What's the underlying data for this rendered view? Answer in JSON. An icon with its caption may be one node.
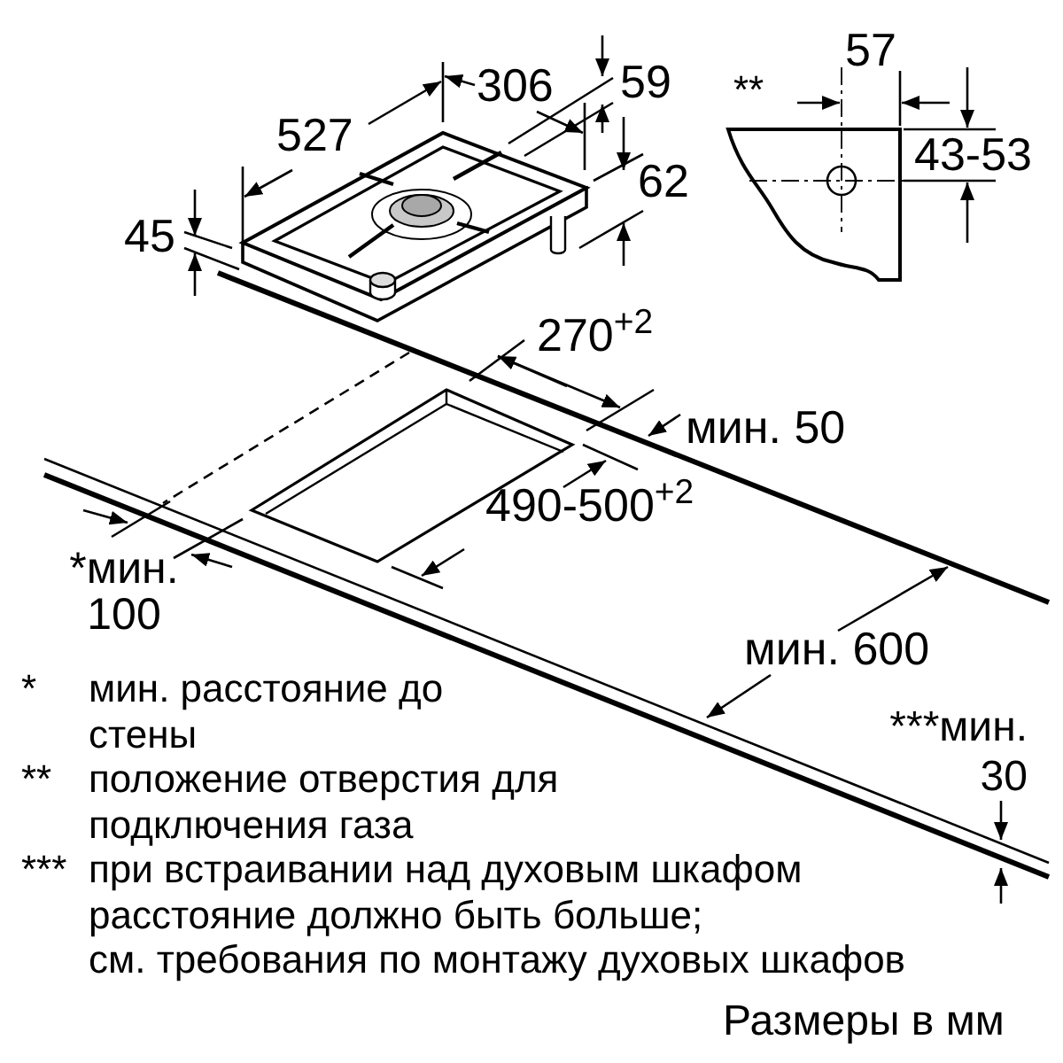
{
  "diagram": {
    "labels": [
      "306",
      "59",
      "527",
      "62",
      "45",
      "**",
      "57",
      "43-53",
      "270$^{+2}$",
      "мин. 50",
      "490-500$^{+2}$",
      "*мин. 100",
      "мин. 600",
      "***мин. 30",
      "*",
      "мин. расстояние до стены",
      "**",
      "положение отверстия для подключения газа",
      "***",
      "при встраивании над духовым шкафом расстояние должно быть больше;",
      "см. требования по монтажу духовых шкафов",
      "Размеры в мм"
    ]
  }
}
